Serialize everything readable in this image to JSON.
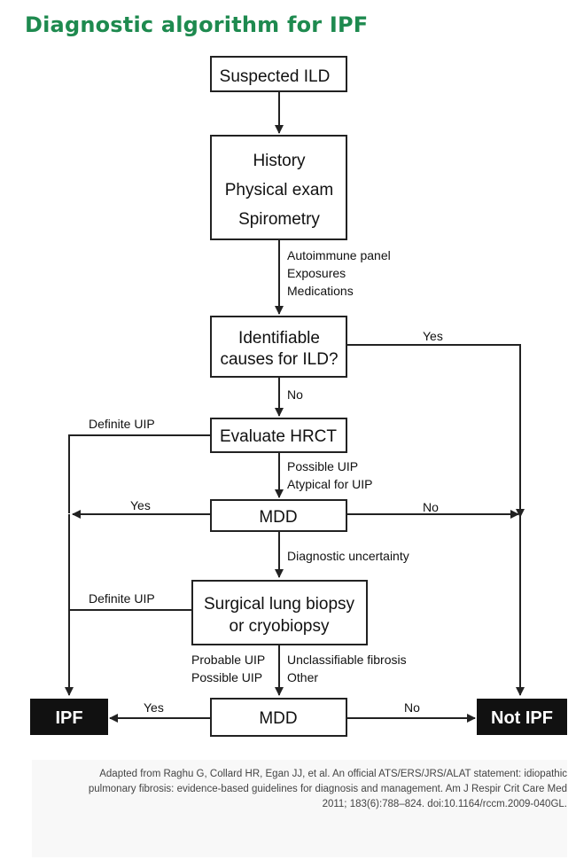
{
  "title": "Diagnostic algorithm for IPF",
  "nodes": {
    "suspected": "Suspected ILD",
    "history": [
      "History",
      "Physical exam",
      "Spirometry"
    ],
    "identifiable": [
      "Identifiable",
      "causes for ILD?"
    ],
    "hrct": "Evaluate HRCT",
    "mdd1": "MDD",
    "biopsy": [
      "Surgical lung biopsy",
      "or cryobiopsy"
    ],
    "mdd2": "MDD",
    "ipf": "IPF",
    "not_ipf": "Not IPF"
  },
  "edges": {
    "history_to_identifiable": [
      "Autoimmune panel",
      "Exposures",
      "Medications"
    ],
    "identifiable_yes": "Yes",
    "identifiable_no": "No",
    "hrct_definite": "Definite UIP",
    "hrct_possible": [
      "Possible UIP",
      "Atypical for UIP"
    ],
    "mdd1_yes": "Yes",
    "mdd1_no": "No",
    "mdd1_uncertain": "Diagnostic uncertainty",
    "biopsy_definite": "Definite UIP",
    "biopsy_left": [
      "Probable UIP",
      "Possible UIP"
    ],
    "biopsy_right": [
      "Unclassifiable fibrosis",
      "Other"
    ],
    "mdd2_yes": "Yes",
    "mdd2_no": "No"
  },
  "footer": [
    "Adapted from Raghu G, Collard HR, Egan JJ, et al. An official ATS/ERS/JRS/ALAT statement: idiopathic",
    "pulmonary fibrosis: evidence-based guidelines for diagnosis and management. Am J Respir Crit Care Med",
    "2011; 183(6):788–824. doi:10.1164/rccm.2009-040GL."
  ]
}
